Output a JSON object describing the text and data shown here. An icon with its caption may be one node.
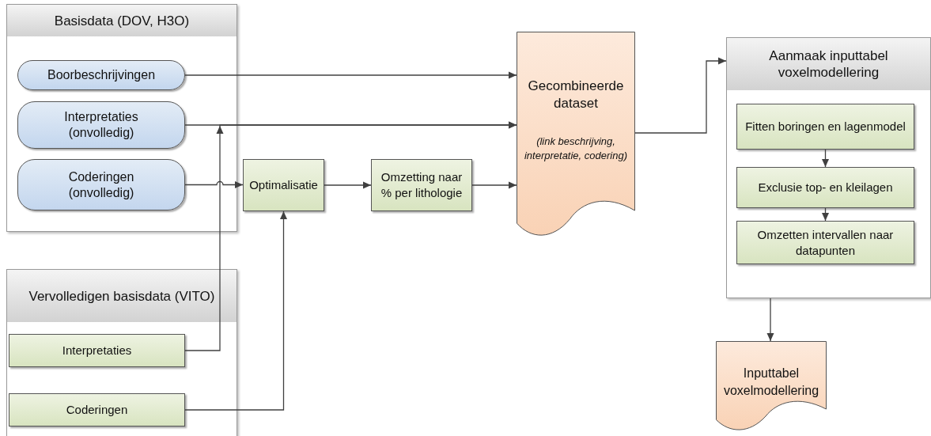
{
  "diagram": {
    "nodes": [
      {
        "text": [
          "Basisdata (DOV, H3O)"
        ]
      },
      {
        "text": [
          "Boorbeschrijvingen"
        ],
        "in": 0
      },
      {
        "text": [
          "Interpretaties (onvolledig)"
        ],
        "in": 0
      },
      {
        "text": [
          "Coderingen (onvolledig)"
        ],
        "in": 0
      },
      {
        "text": [
          "Vervolledigen basisdata (VITO)"
        ]
      },
      {
        "text": [
          "Interpretaties"
        ],
        "in": 4
      },
      {
        "text": [
          "Coderingen"
        ],
        "in": 4
      },
      {
        "text": [
          "Optimalisatie"
        ]
      },
      {
        "text": [
          "Omzetting naar % per lithologie"
        ]
      },
      {
        "text": [
          "Gecombineerde dataset",
          "(link beschrijving, interpretatie, codering)"
        ]
      },
      {
        "text": [
          "Aanmaak inputtabel voxelmodellering"
        ]
      },
      {
        "text": [
          "Fitten boringen en lagenmodel"
        ],
        "in": 10
      },
      {
        "text": [
          "Exclusie top- en kleilagen"
        ],
        "in": 10
      },
      {
        "text": [
          "Omzetten intervallen naar datapunten"
        ],
        "in": 10
      },
      {
        "text": [
          "Inputtabel voxelmodellering"
        ]
      }
    ],
    "edges": [
      {
        "from": 1,
        "to": 9,
        "arrow": "to"
      },
      {
        "from": 2,
        "to": 9,
        "arrow": "to"
      },
      {
        "from": 5,
        "to": 9,
        "arrow": "to"
      },
      {
        "from": 3,
        "to": 7,
        "arrow": "to"
      },
      {
        "from": 6,
        "to": 7,
        "arrow": "to"
      },
      {
        "from": 7,
        "to": 8,
        "arrow": "to"
      },
      {
        "from": 8,
        "to": 9,
        "arrow": "to"
      },
      {
        "from": 9,
        "to": 10,
        "arrow": "to"
      },
      {
        "from": 11,
        "to": 12,
        "arrow": "to"
      },
      {
        "from": 12,
        "to": 13,
        "arrow": "to"
      },
      {
        "from": 10,
        "to": 14,
        "arrow": "to"
      }
    ]
  }
}
